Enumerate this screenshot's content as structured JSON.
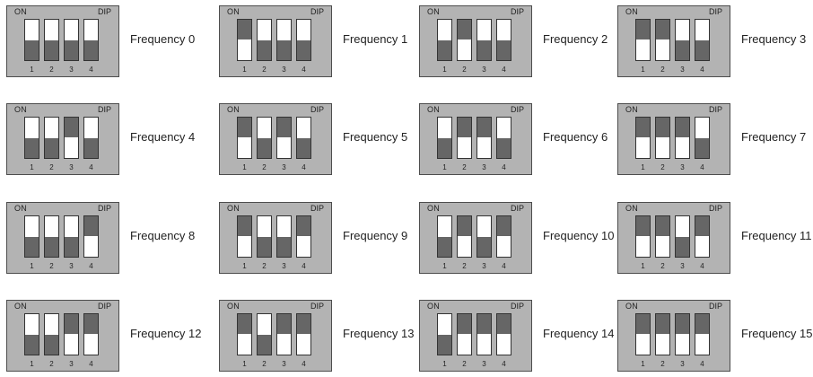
{
  "dip_label_on": "ON",
  "dip_label_brand": "DIP",
  "switch_numbers": [
    "1",
    "2",
    "3",
    "4"
  ],
  "settings": [
    {
      "label": "Frequency 0",
      "switches": [
        "off",
        "off",
        "off",
        "off"
      ]
    },
    {
      "label": "Frequency 1",
      "switches": [
        "on",
        "off",
        "off",
        "off"
      ]
    },
    {
      "label": "Frequency 2",
      "switches": [
        "off",
        "on",
        "off",
        "off"
      ]
    },
    {
      "label": "Frequency 3",
      "switches": [
        "on",
        "on",
        "off",
        "off"
      ]
    },
    {
      "label": "Frequency 4",
      "switches": [
        "off",
        "off",
        "on",
        "off"
      ]
    },
    {
      "label": "Frequency 5",
      "switches": [
        "on",
        "off",
        "on",
        "off"
      ]
    },
    {
      "label": "Frequency 6",
      "switches": [
        "off",
        "on",
        "on",
        "off"
      ]
    },
    {
      "label": "Frequency 7",
      "switches": [
        "on",
        "on",
        "on",
        "off"
      ]
    },
    {
      "label": "Frequency 8",
      "switches": [
        "off",
        "off",
        "off",
        "on"
      ]
    },
    {
      "label": "Frequency 9",
      "switches": [
        "on",
        "off",
        "off",
        "on"
      ]
    },
    {
      "label": "Frequency 10",
      "switches": [
        "off",
        "on",
        "off",
        "on"
      ]
    },
    {
      "label": "Frequency 11",
      "switches": [
        "on",
        "on",
        "off",
        "on"
      ]
    },
    {
      "label": "Frequency 12",
      "switches": [
        "off",
        "off",
        "on",
        "on"
      ]
    },
    {
      "label": "Frequency 13",
      "switches": [
        "on",
        "off",
        "on",
        "on"
      ]
    },
    {
      "label": "Frequency 14",
      "switches": [
        "off",
        "on",
        "on",
        "on"
      ]
    },
    {
      "label": "Frequency 15",
      "switches": [
        "on",
        "on",
        "on",
        "on"
      ]
    }
  ]
}
